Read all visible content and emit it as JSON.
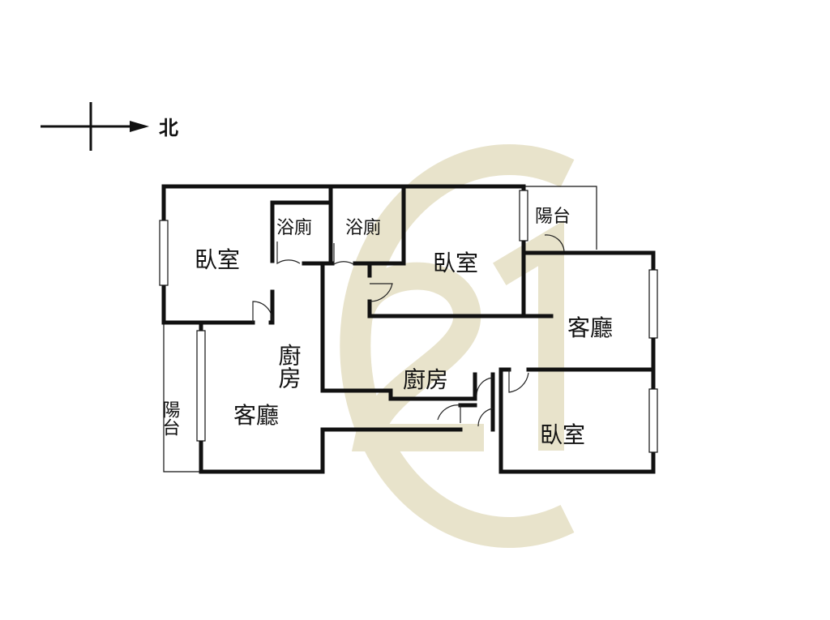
{
  "compass": {
    "direction_label": "北",
    "icon": "north-arrow-icon"
  },
  "watermark": {
    "text": "21",
    "color": "#e7e2c8"
  },
  "rooms": {
    "bedroom_nw": "臥室",
    "bath_1": "浴廁",
    "bath_2": "浴廁",
    "bedroom_n": "臥室",
    "balcony_ne": "陽台",
    "living_e": "客廳",
    "kitchen_mid_v": "廚房",
    "kitchen_mid_h": "廚房",
    "balcony_w": "陽台",
    "living_w": "客廳",
    "bedroom_se": "臥室"
  }
}
